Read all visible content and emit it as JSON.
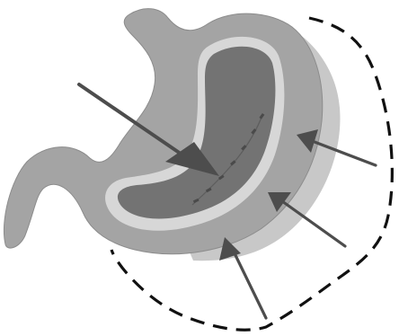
{
  "figure": {
    "subject": "stomach-cross-section",
    "colors": {
      "background": "#ffffff",
      "stomach_outer": "#a4a4a4",
      "stomach_outer_outline": "#8c8c8c",
      "inflated_region": "#c8c8c8",
      "lining_band": "#d7d7d7",
      "lumen": "#737373",
      "suture_marks": "#4a4a4a",
      "arrow": "#4d4d4d",
      "dashed_boundary": "#111111"
    },
    "elements": {
      "dashed_boundary": "dashed-outline",
      "main_arrow": "large-inward-arrow",
      "inward_arrows": [
        "arrow-inward",
        "arrow-inward",
        "arrow-inward"
      ],
      "suture_line": "staple-suture-line"
    }
  }
}
